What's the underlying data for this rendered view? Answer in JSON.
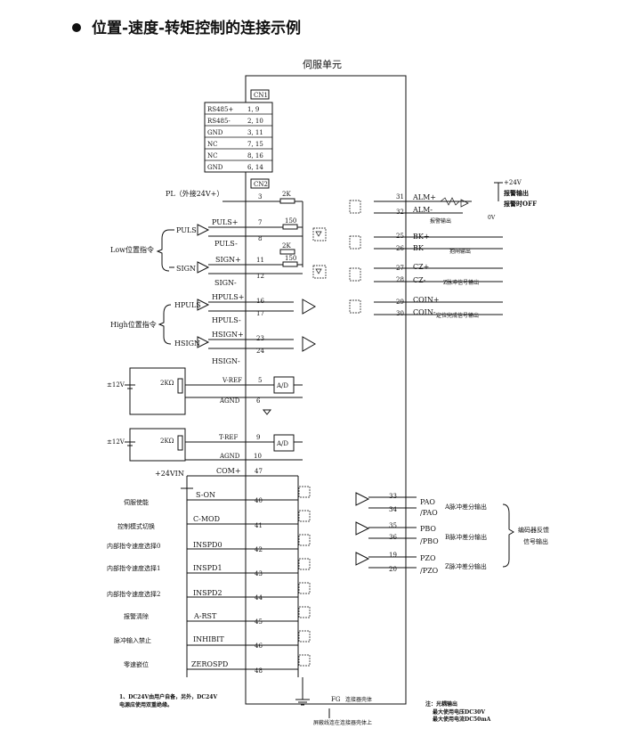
{
  "title": "位置-速度-转矩控制的连接示例",
  "unit_label": "伺服单元",
  "connectors": {
    "cn1": "CN1",
    "cn2": "CN2"
  },
  "cn1_table": [
    {
      "sig": "RS485+",
      "pins": "1, 9"
    },
    {
      "sig": "RS485-",
      "pins": "2, 10"
    },
    {
      "sig": "GND",
      "pins": "3, 11"
    },
    {
      "sig": "NC",
      "pins": "7, 15"
    },
    {
      "sig": "NC",
      "pins": "8, 16"
    },
    {
      "sig": "GND",
      "pins": "6, 14"
    }
  ],
  "pl": {
    "label": "PL（外接24V+）",
    "pin": "3"
  },
  "resistors": {
    "r2k": "2K",
    "r150": "150",
    "pot": "2KΩ"
  },
  "pulse_group": {
    "label": "Low位置指令",
    "in_puls": "PULS",
    "in_sign": "SIGN",
    "pins": [
      {
        "sig": "PULS+",
        "pin": "7"
      },
      {
        "sig": "PULS-",
        "pin": "8"
      },
      {
        "sig": "SIGN+",
        "pin": "11"
      },
      {
        "sig": "SIGN-",
        "pin": "12"
      }
    ]
  },
  "high_group": {
    "label": "High位置指令",
    "in_hpuls": "HPULS",
    "in_hsign": "HSIGN",
    "pins": [
      {
        "sig": "HPULS+",
        "pin": "16"
      },
      {
        "sig": "HPULS-",
        "pin": "17"
      },
      {
        "sig": "HSIGN+",
        "pin": "23"
      },
      {
        "sig": "HSIGN-",
        "pin": "24"
      }
    ]
  },
  "analog": [
    {
      "supply": "±12V",
      "ref": "V-REF",
      "pin": "5",
      "gnd": "AGND",
      "gnd_pin": "6",
      "block": "A/D"
    },
    {
      "supply": "±12V",
      "ref": "T-REF",
      "pin": "9",
      "gnd": "AGND",
      "gnd_pin": "10",
      "block": "A/D"
    }
  ],
  "com": {
    "supply": "+24VIN",
    "sig": "COM+",
    "pin": "47"
  },
  "inputs": [
    {
      "desc": "伺服使能",
      "sig": "S-ON",
      "pin": "40"
    },
    {
      "desc": "控制模式切换",
      "sig": "C-MOD",
      "pin": "41"
    },
    {
      "desc": "内部指令速度选择0",
      "sig": "INSPD0",
      "pin": "42"
    },
    {
      "desc": "内部指令速度选择1",
      "sig": "INSPD1",
      "pin": "43"
    },
    {
      "desc": "内部指令速度选择2",
      "sig": "INSPD2",
      "pin": "44"
    },
    {
      "desc": "报警清除",
      "sig": "A-RST",
      "pin": "45"
    },
    {
      "desc": "脉冲输入禁止",
      "sig": "INHIBIT",
      "pin": "46"
    },
    {
      "desc": "零速嵌位",
      "sig": "ZEROSPD",
      "pin": "48"
    }
  ],
  "outputs": [
    {
      "pin": "31",
      "sig": "ALM+"
    },
    {
      "pin": "32",
      "sig": "ALM-"
    },
    {
      "pin": "25",
      "sig": "BK+"
    },
    {
      "pin": "26",
      "sig": "BK-"
    },
    {
      "pin": "27",
      "sig": "CZ+"
    },
    {
      "pin": "28",
      "sig": "CZ-"
    },
    {
      "pin": "29",
      "sig": "COIN+"
    },
    {
      "pin": "30",
      "sig": "COIN-"
    }
  ],
  "alarm": {
    "v24": "+24V",
    "out1": "报警输出",
    "out2": "报警时OFF",
    "out3": "报警输出",
    "v0": "0V"
  },
  "output_notes": {
    "bk": "抱闸输出",
    "cz": "Z脉冲信号输出",
    "coin": "定位完成信号输出"
  },
  "encoder": [
    {
      "p1": "33",
      "s1": "PAO",
      "p2": "34",
      "s2": "/PAO",
      "label": "A脉冲差分输出"
    },
    {
      "p1": "35",
      "s1": "PBO",
      "p2": "36",
      "s2": "/PBO",
      "label": "B脉冲差分输出"
    },
    {
      "p1": "19",
      "s1": "PZO",
      "p2": "20",
      "s2": "/PZO",
      "label": "Z脉冲差分输出"
    }
  ],
  "encoder_label": {
    "l1": "编码器反馈",
    "l2": "信号输出"
  },
  "fg": {
    "label": "FG",
    "desc": "连接器壳体"
  },
  "shield_note": "屏蔽线连在连接器壳体上",
  "note_left": {
    "l1": "1、DC24V由用户自备，另外，DC24V",
    "l2": "电源应使用双重绝缘。"
  },
  "note_right": {
    "l1": "注：光耦输出",
    "l2": "最大使用电压DC30V",
    "l3": "最大使用电流DC50mA"
  }
}
